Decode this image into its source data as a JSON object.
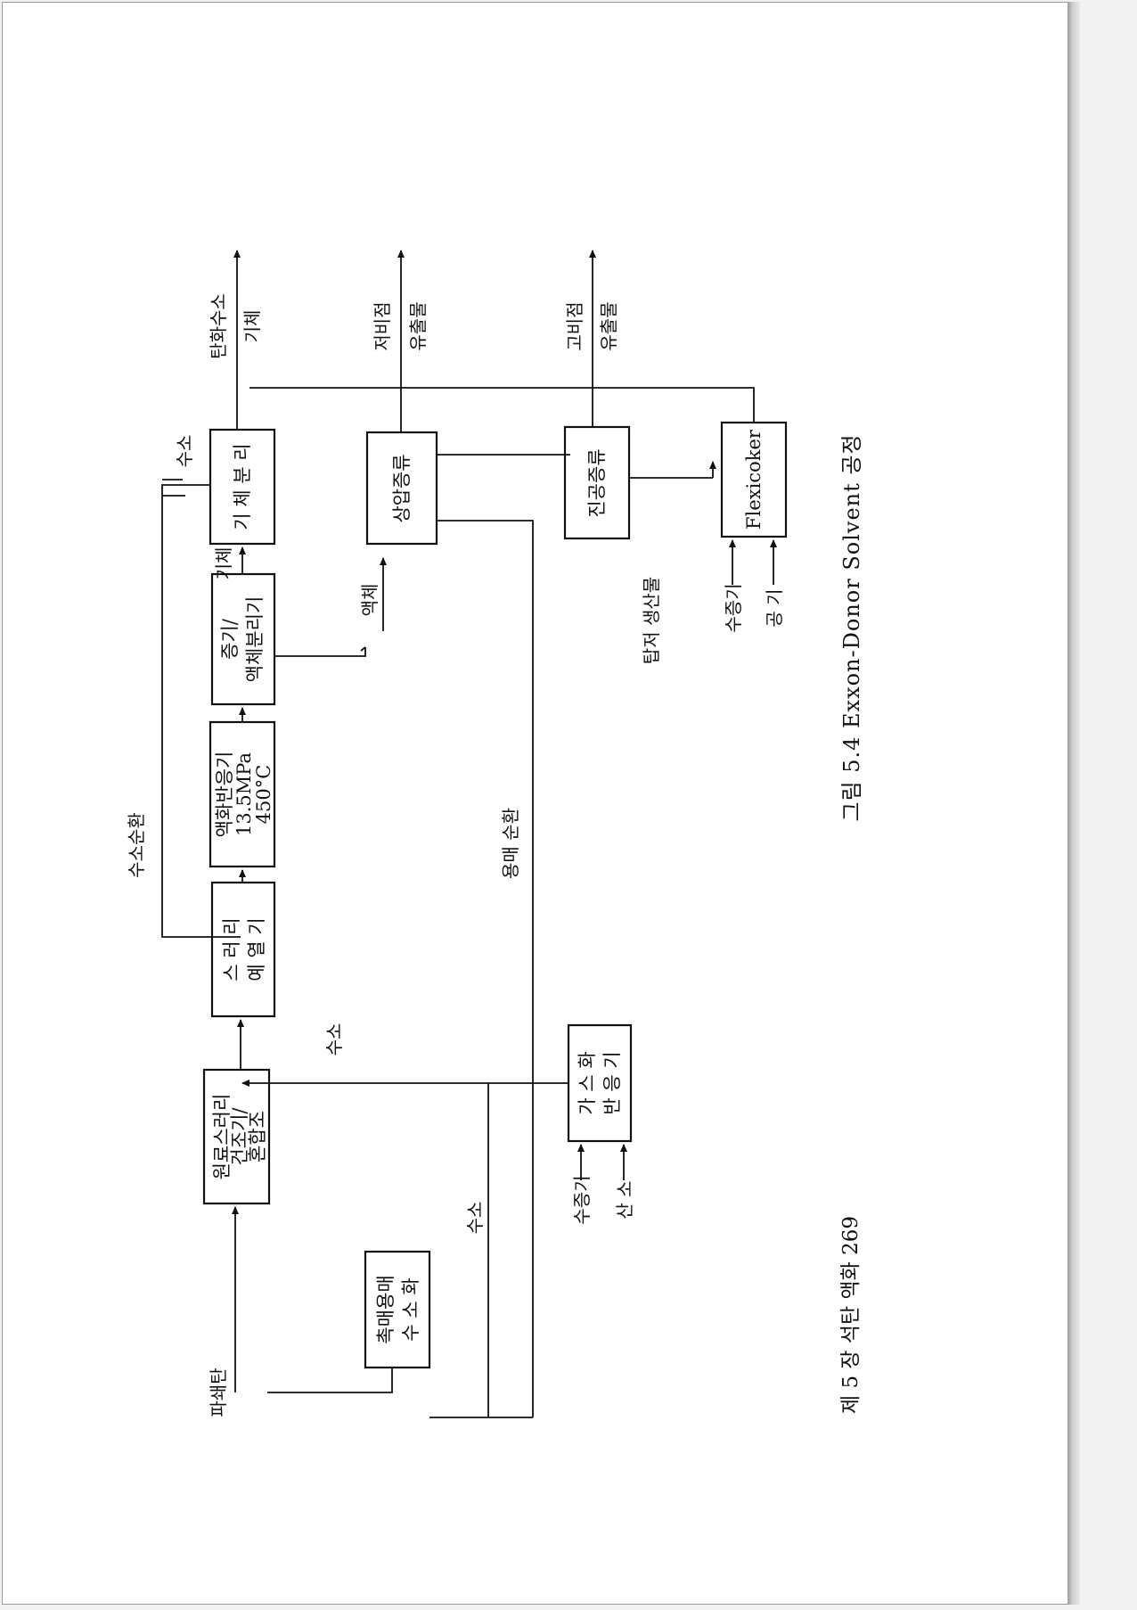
{
  "figure": {
    "caption": "그림 5.4   Exxon-Donor Solvent 공정"
  },
  "boxes": {
    "feed_prep": [
      "원료스러리",
      "건조기/",
      "혼합조"
    ],
    "slurry_heater": [
      "스 러 리",
      "예 열 기"
    ],
    "liquefaction_reactor": [
      "액화반응기",
      "13.5MPa",
      "450°C"
    ],
    "vapor_liquid_separator": [
      "증기/",
      "액체분리기"
    ],
    "gas_separation": [
      "기 체 분 리"
    ],
    "atmospheric_distillation": [
      "상압증류"
    ],
    "vacuum_distillation": [
      "진공증류"
    ],
    "flexicoker": [
      "Flexicoker"
    ],
    "gasification_reactor": [
      "가 스 화",
      "반 응 기"
    ],
    "catalytic_solvent_hydrogenation": [
      "촉매용매",
      "수 소 화"
    ]
  },
  "labels": {
    "crushed_coal": "파쇄탄",
    "hydrogen_recycle": "수소순환",
    "hydrogen_top": "수소",
    "hydrogen_mid": "수소",
    "hydrogen_left": "수소",
    "hydrocarbon_gas": [
      "탄화수소",
      "기체"
    ],
    "gas": "기체",
    "liquid": "액체",
    "low_bp_distillate": [
      "저비점",
      "유출물"
    ],
    "high_bp_distillate": [
      "고비점",
      "유출물"
    ],
    "vacuum_bottoms": "탑저 생산물",
    "solvent_recycle": "용매 순환",
    "steam_gasifier": "수증기",
    "oxygen": "산 소",
    "steam_coker": "수증기",
    "air": "공 기"
  },
  "footer": {
    "text": "제 5 장   석탄 액화   269"
  }
}
